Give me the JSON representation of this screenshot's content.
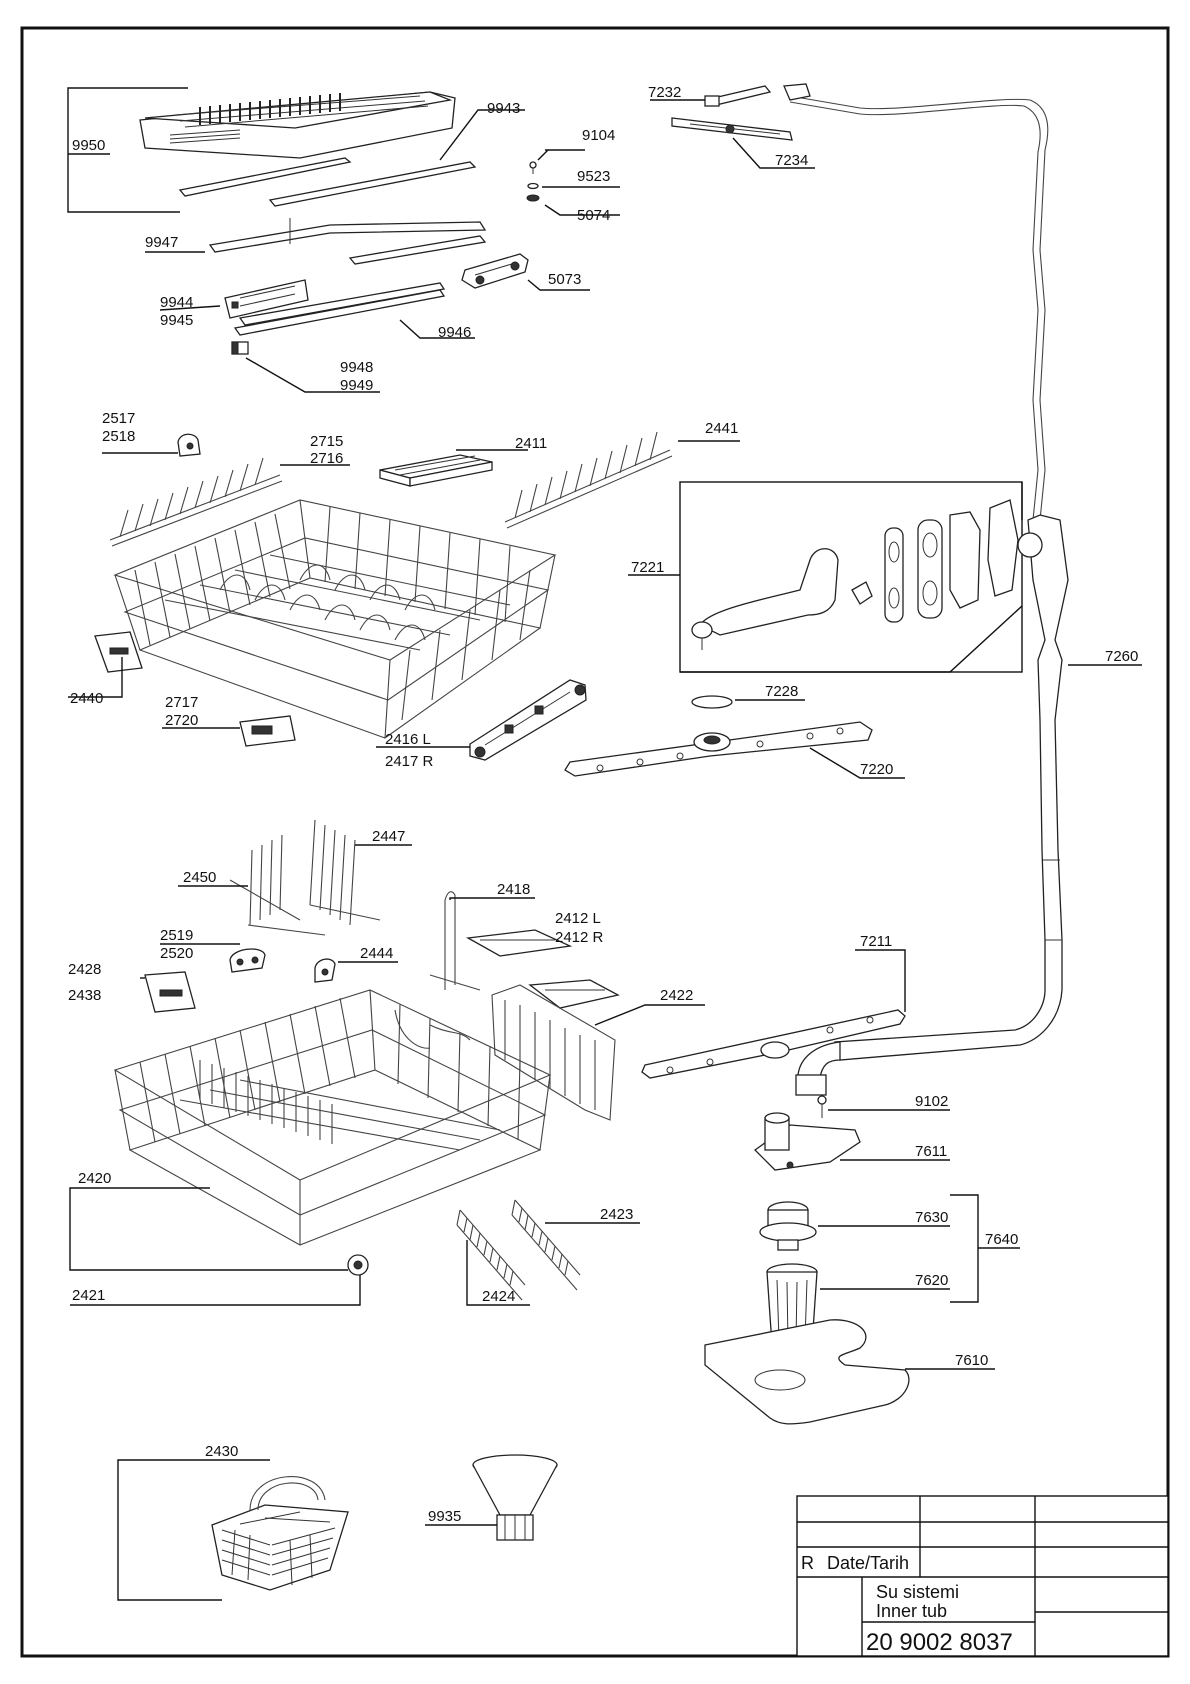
{
  "labels": {
    "l9950": "9950",
    "l9943": "9943",
    "l9104": "9104",
    "l9523": "9523",
    "l5074": "5074",
    "l9947": "9947",
    "l5073": "5073",
    "l9944": "9944",
    "l9945": "9945",
    "l9946": "9946",
    "l9948": "9948",
    "l9949": "9949",
    "l7232": "7232",
    "l7234": "7234",
    "l2517": "2517",
    "l2518": "2518",
    "l2715": "2715",
    "l2716": "2716",
    "l2411": "2411",
    "l2441": "2441",
    "l7221": "7221",
    "l7260": "7260",
    "l2440": "2440",
    "l2717": "2717",
    "l2720": "2720",
    "l2416": "2416 L",
    "l2417": "2417 R",
    "l7228": "7228",
    "l7220": "7220",
    "l2447": "2447",
    "l2450": "2450",
    "l2418": "2418",
    "l2412l": "2412 L",
    "l2412r": "2412 R",
    "l2519": "2519",
    "l2520": "2520",
    "l2444": "2444",
    "l2428": "2428",
    "l2438": "2438",
    "l7211": "7211",
    "l2422": "2422",
    "l9102": "9102",
    "l7611": "7611",
    "l2420": "2420",
    "l2423": "2423",
    "l7630": "7630",
    "l7640": "7640",
    "l7620": "7620",
    "l2421": "2421",
    "l2424": "2424",
    "l7610": "7610",
    "l2430": "2430",
    "l9935": "9935"
  },
  "title_block": {
    "rev_label": "R",
    "date_label": "Date/Tarih",
    "title_tr": "Su sistemi",
    "title_en": "Inner tub",
    "drawing_number": "20 9002 8037"
  }
}
